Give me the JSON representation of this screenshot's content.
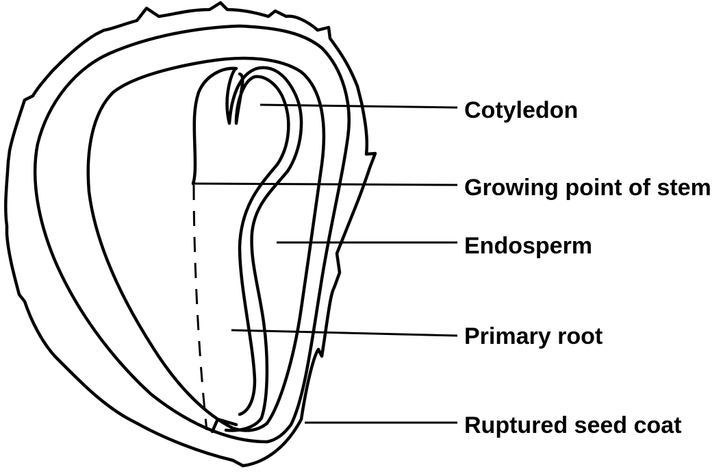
{
  "labels": {
    "cotyledon": "Cotyledon",
    "growing_point": "Growing point of stem",
    "endosperm": "Endosperm",
    "primary_root": "Primary root",
    "ruptured_seed_coat": "Ruptured seed coat"
  }
}
